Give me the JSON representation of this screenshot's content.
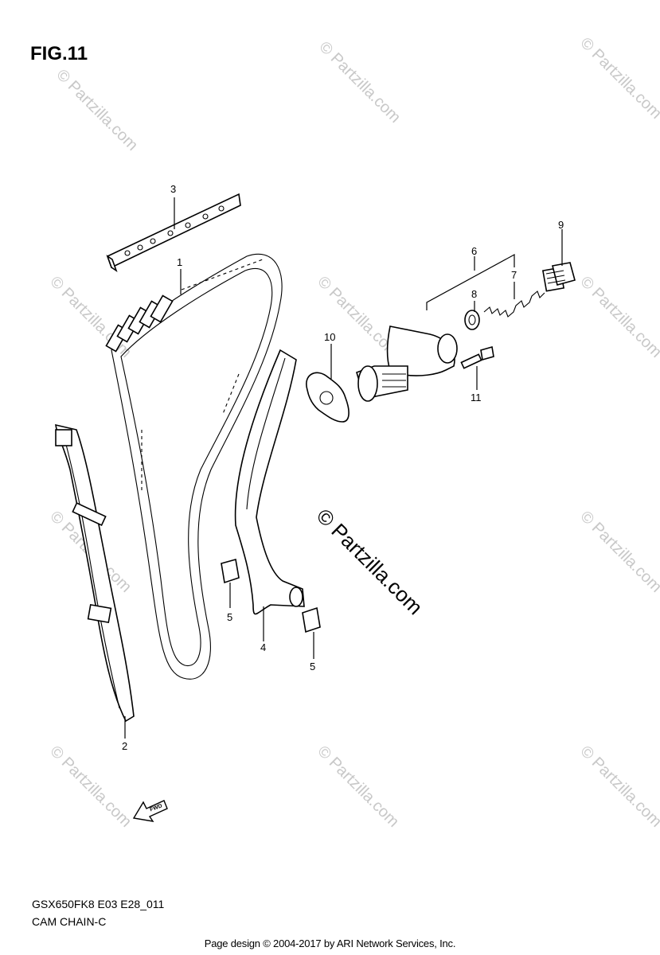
{
  "figure": {
    "title": "FIG.11",
    "code": "GSX650FK8 E03 E28_011",
    "name": "CAM CHAIN-C"
  },
  "callouts": [
    "1",
    "2",
    "3",
    "4",
    "5",
    "5",
    "6",
    "7",
    "8",
    "9",
    "10",
    "11"
  ],
  "direction_label": "FWD",
  "watermark": {
    "main": "© Partzilla.com",
    "tile": "© Partzilla.com"
  },
  "footer": "Page design © 2004-2017 by ARI Network Services, Inc."
}
